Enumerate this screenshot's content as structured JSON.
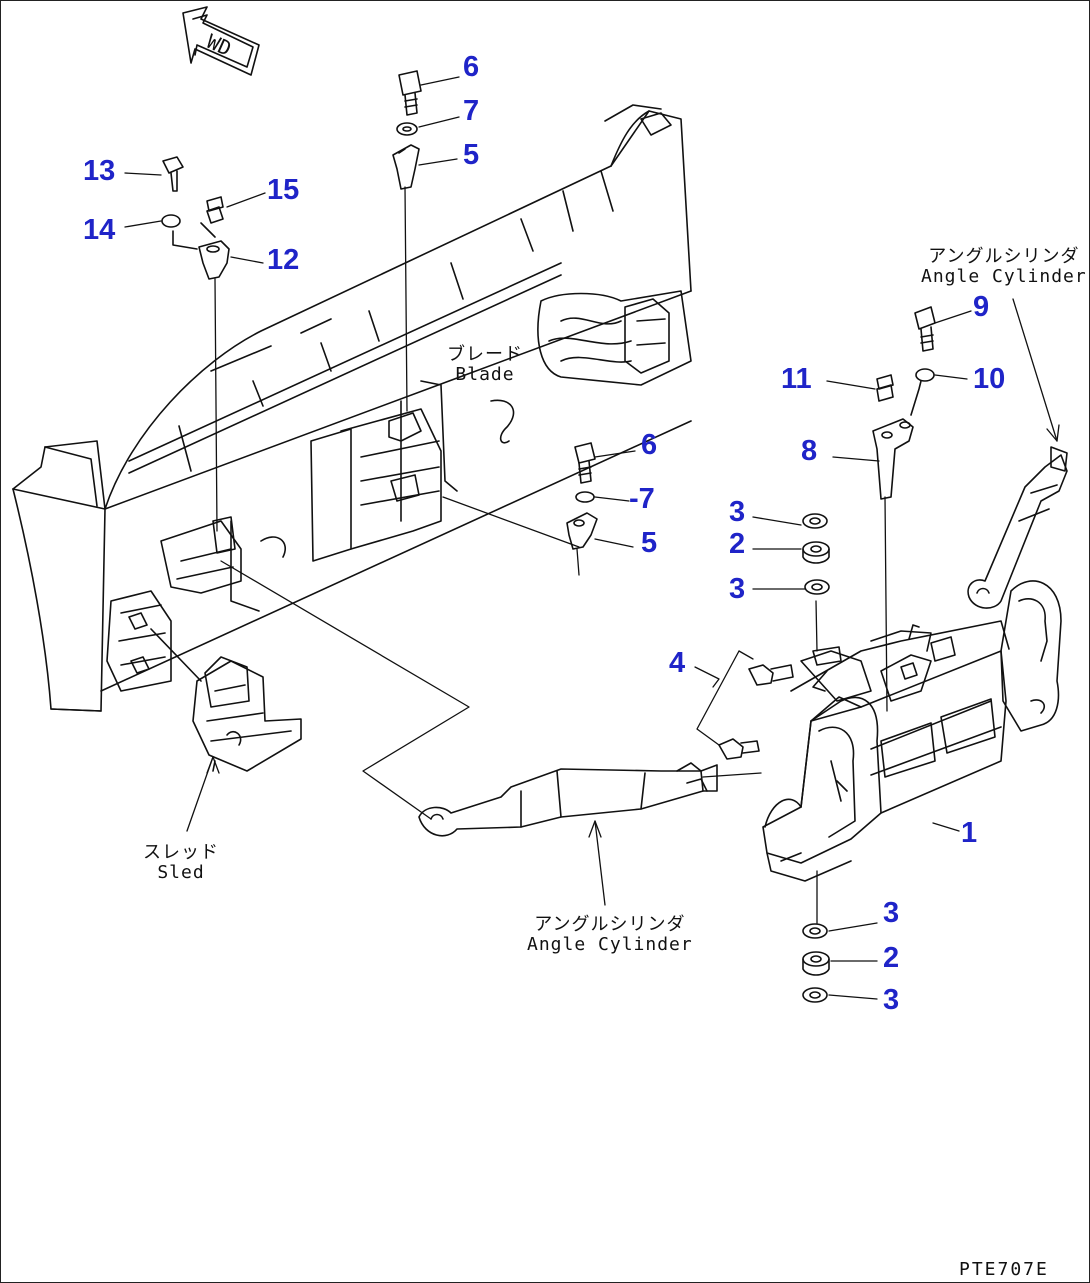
{
  "forward_arrow_text": "WD",
  "drawing_code": "PTE707E",
  "part_callouts": [
    {
      "id": "c6a",
      "text": "6"
    },
    {
      "id": "c7a",
      "text": "7"
    },
    {
      "id": "c5a",
      "text": "5"
    },
    {
      "id": "c13",
      "text": "13"
    },
    {
      "id": "c15",
      "text": "15"
    },
    {
      "id": "c14",
      "text": "14"
    },
    {
      "id": "c12",
      "text": "12"
    },
    {
      "id": "c9",
      "text": "9"
    },
    {
      "id": "c11",
      "text": "11"
    },
    {
      "id": "c10",
      "text": "10"
    },
    {
      "id": "c8",
      "text": "8"
    },
    {
      "id": "c6b",
      "text": "6"
    },
    {
      "id": "c7b",
      "text": "-7"
    },
    {
      "id": "c5b",
      "text": "5"
    },
    {
      "id": "c3a",
      "text": "3"
    },
    {
      "id": "c2a",
      "text": "2"
    },
    {
      "id": "c3b",
      "text": "3"
    },
    {
      "id": "c4",
      "text": "4"
    },
    {
      "id": "c1",
      "text": "1"
    },
    {
      "id": "c3c",
      "text": "3"
    },
    {
      "id": "c2b",
      "text": "2"
    },
    {
      "id": "c3d",
      "text": "3"
    }
  ],
  "labels": {
    "blade": {
      "jp": "ブレード",
      "en": "Blade"
    },
    "sled": {
      "jp": "スレッド",
      "en": "Sled"
    },
    "angle_cylinder_bottom": {
      "jp": "アングルシリンダ",
      "en": "Angle Cylinder"
    },
    "angle_cylinder_top": {
      "jp": "アングルシリンダ",
      "en": "Angle Cylinder"
    }
  }
}
